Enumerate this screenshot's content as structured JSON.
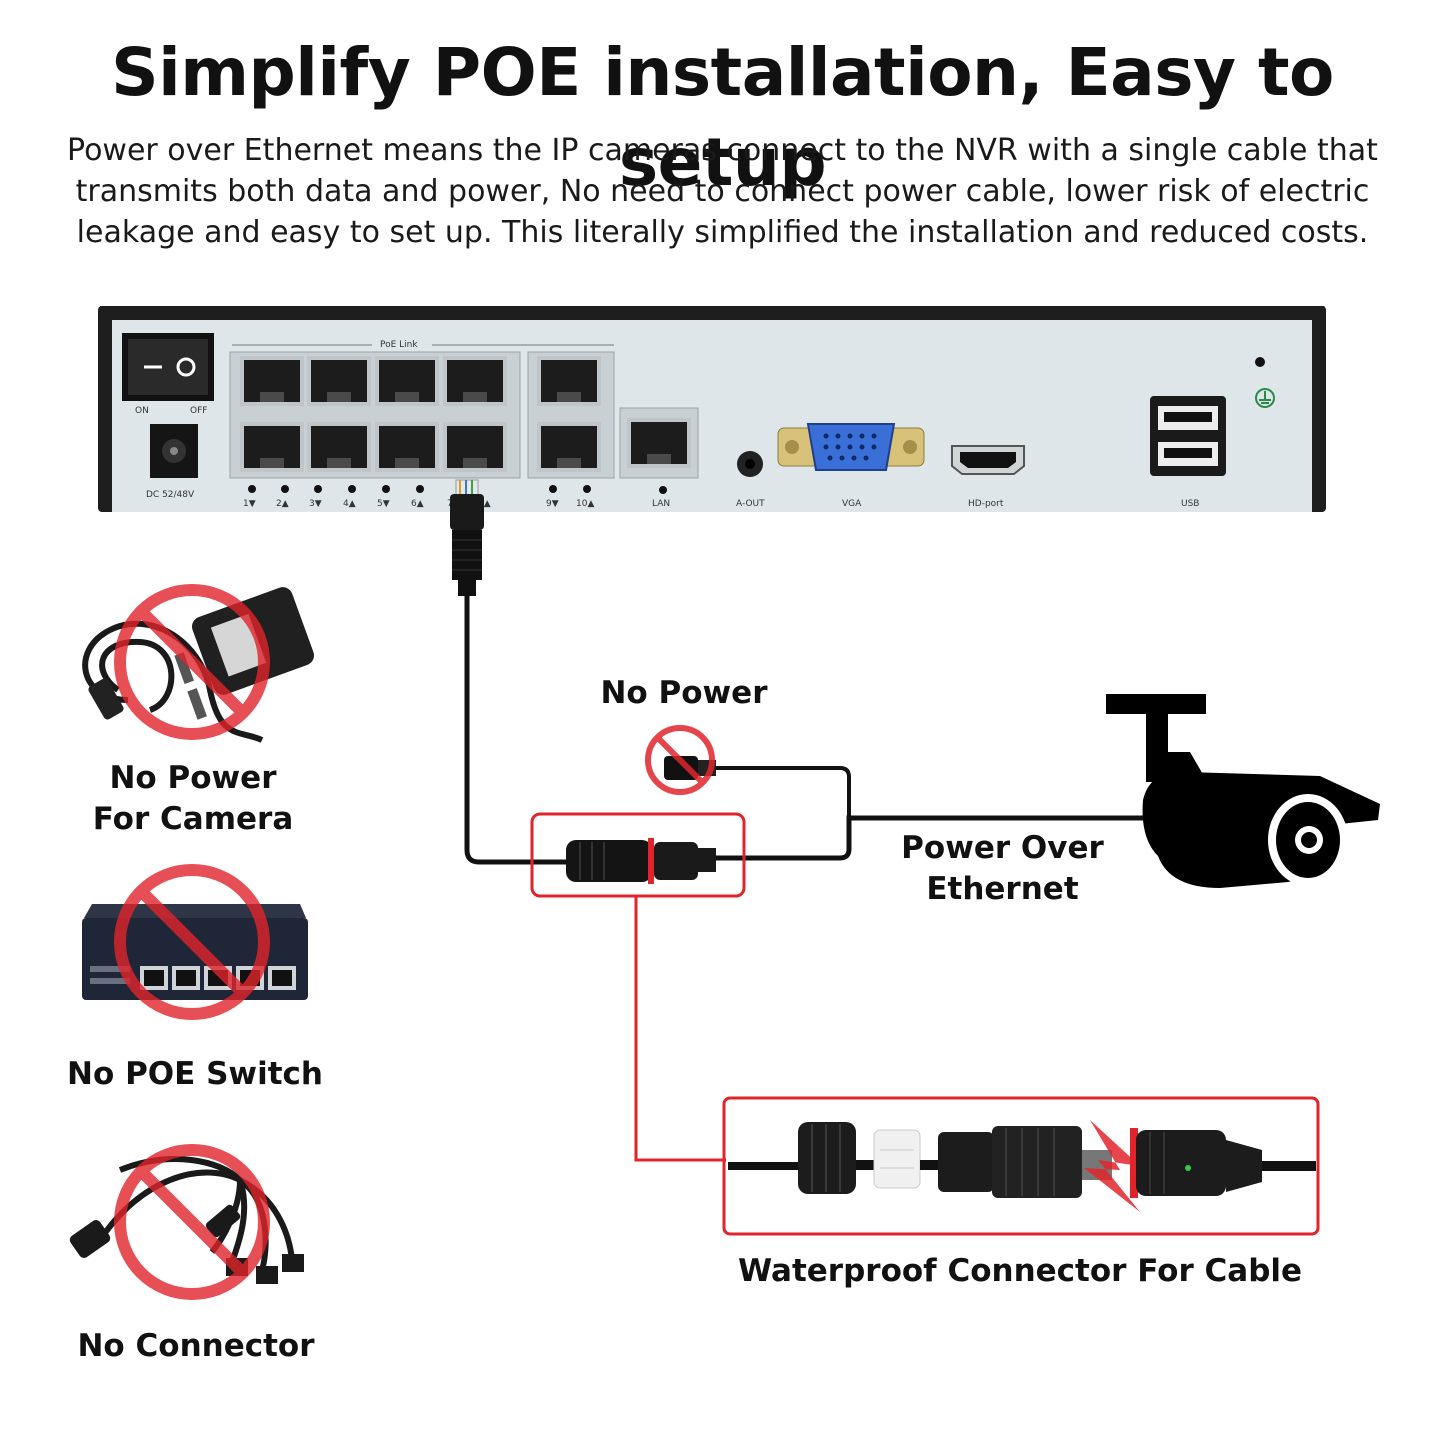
{
  "title": "Simplify POE installation, Easy to setup",
  "description": {
    "lines": [
      "Power over Ethernet means the IP cameras connect to the NVR with a single cable that",
      "transmits both data and power, No need to connect power cable, lower risk of electric",
      "leakage and easy to set up. This literally simplified the installation and reduced costs."
    ]
  },
  "nvr": {
    "switch_on": "ON",
    "switch_off": "OFF",
    "dc_label": "DC 52/48V",
    "poe_link": "PoE Link",
    "ports": [
      "1▼",
      "2▲",
      "3▼",
      "4▲",
      "5▼",
      "6▲",
      "7▼",
      "8▲",
      "9▼",
      "10▲"
    ],
    "lan": "LAN",
    "audio_out": "A-OUT",
    "vga": "VGA",
    "hdmi": "HD-port",
    "usb": "USB"
  },
  "labels": {
    "no_power_camera_line1": "No Power",
    "no_power_camera_line2": "For Camera",
    "no_poe_switch": "No POE Switch",
    "no_connector": "No Connector",
    "no_power": "No Power",
    "poe_line1": "Power Over",
    "poe_line2": "Ethernet",
    "waterproof": "Waterproof Connector For Cable"
  },
  "colors": {
    "accent_red": "#e0242b",
    "nvr_panel": "#dfe6ea",
    "nvr_frame": "#222222",
    "vga_blue": "#3b6fd8"
  },
  "icons": [
    "prohibited-icon",
    "power-adapter-icon",
    "poe-switch-icon",
    "splitter-cable-icon",
    "bullet-camera-icon",
    "rj45-plug-icon"
  ]
}
